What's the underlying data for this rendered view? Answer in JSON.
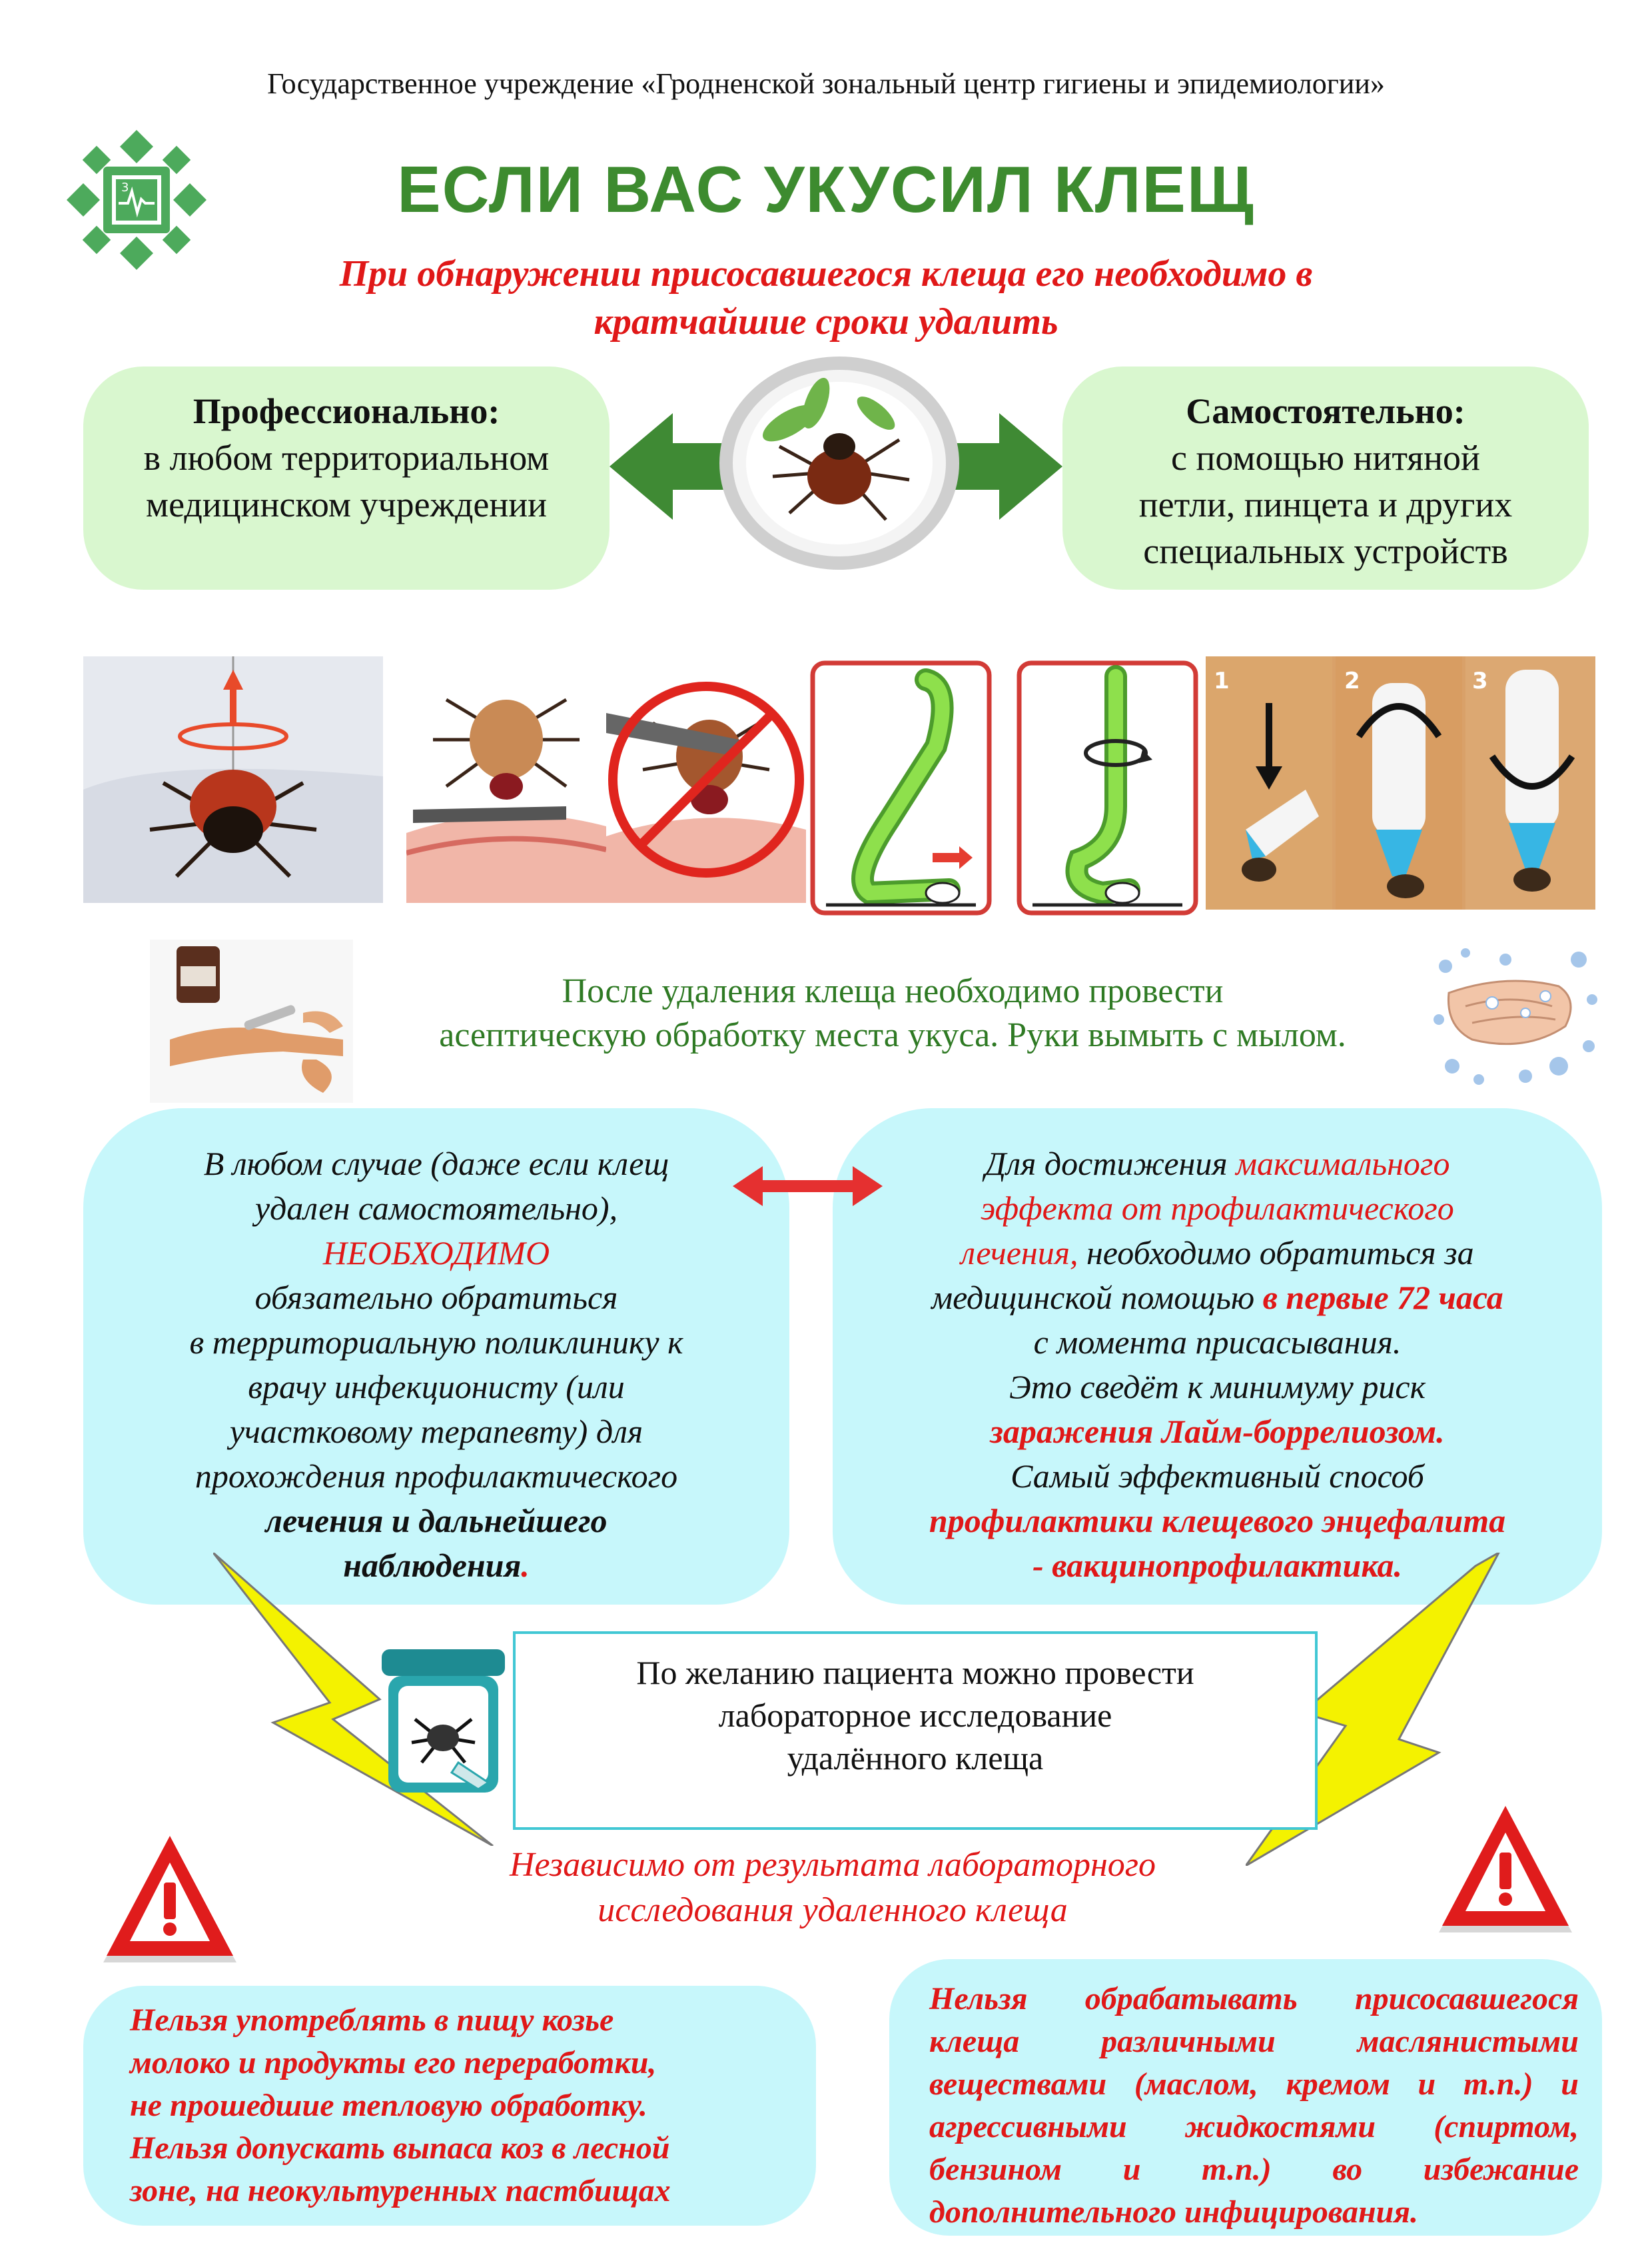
{
  "header": {
    "org": "Государственное учреждение  «Гродненской зональный центр гигиены и эпидемиологии»",
    "title": "ЕСЛИ ВАС УКУСИЛ КЛЕЩ",
    "subtitle_line1": "При обнаружении присосавшегося клеща его необходимо в",
    "subtitle_line2": "кратчайшие сроки удалить"
  },
  "options": {
    "professional": {
      "heading": "Профессионально:",
      "lines": [
        "в любом территориальном",
        "медицинском учреждении"
      ]
    },
    "self": {
      "heading": "Самостоятельно:",
      "lines": [
        "с помощью нитяной",
        "петли, пинцета и других",
        "специальных устройств"
      ]
    }
  },
  "removal_steps": [
    "1",
    "2",
    "3"
  ],
  "after": {
    "line1": "После удаления клеща необходимо провести",
    "line2": "асептическую обработку места укуса. Руки вымыть с мылом."
  },
  "left_box": {
    "l1": "В любом случае (даже если клещ",
    "l2": "удален самостоятельно),",
    "l3": "НЕОБХОДИМО",
    "l4": "обязательно обратиться",
    "l5": "в территориальную поликлинику к",
    "l6": "врачу инфекционисту (или",
    "l7": "участковому терапевту) для",
    "l8": "прохождения профилактического",
    "l9": "лечения и дальнейшего",
    "l10": "наблюдения",
    "l10_dot": "."
  },
  "right_box": {
    "l1a": "Для достижения ",
    "l1b": "максимального",
    "l2": "эффекта от профилактического",
    "l3a": "лечения,",
    "l3b": " необходимо обратиться за",
    "l4a": "медицинской помощью ",
    "l4b": "в первые 72 часа",
    "l5": "с момента присасывания.",
    "l6": "Это сведёт к минимуму риск",
    "l7": "заражения Лайм-боррелиозом.",
    "l8": "Самый эффективный способ",
    "l9": "профилактики клещевого энцефалита",
    "l10": "- вакцинопрофилактика."
  },
  "lab": {
    "l1": "По желанию пациента можно провести",
    "l2": "лабораторное исследование",
    "l3": "удалённого клеща"
  },
  "independent": {
    "l1": "Независимо от результата лабораторного",
    "l2": "исследования удаленного клеща"
  },
  "warn_left": {
    "l1": "Нельзя употреблять в пищу козье",
    "l2": "молоко и продукты его переработки,",
    "l3": "не прошедшие тепловую обработку.",
    "l4": "Нельзя допускать выпаса коз в лесной",
    "l5": "зоне, на неокультуренных пастбищах"
  },
  "warn_right": {
    "l1": "Нельзя обрабатывать присосавшегося",
    "l2": "клеща различными маслянистыми",
    "l3": "веществами (маслом, кремом и т.п.) и",
    "l4": "агрессивными жидкостями (спиртом,",
    "l5": "бензином и т.п.) во избежание",
    "l6": "дополнительного инфицирования."
  },
  "colors": {
    "title_green": "#3d8b2f",
    "accent_red": "#e01818",
    "green_box": "#d9f7cf",
    "cyan_box": "#c7f7fb",
    "lightning": "#f4f200",
    "arrow_green": "#3f8a34"
  },
  "icons": [
    "logo-emblem",
    "tick-icon",
    "warning-icon",
    "lightning-bolt",
    "double-arrow",
    "hands-washing",
    "antiseptic-treatment",
    "lab-jar"
  ]
}
